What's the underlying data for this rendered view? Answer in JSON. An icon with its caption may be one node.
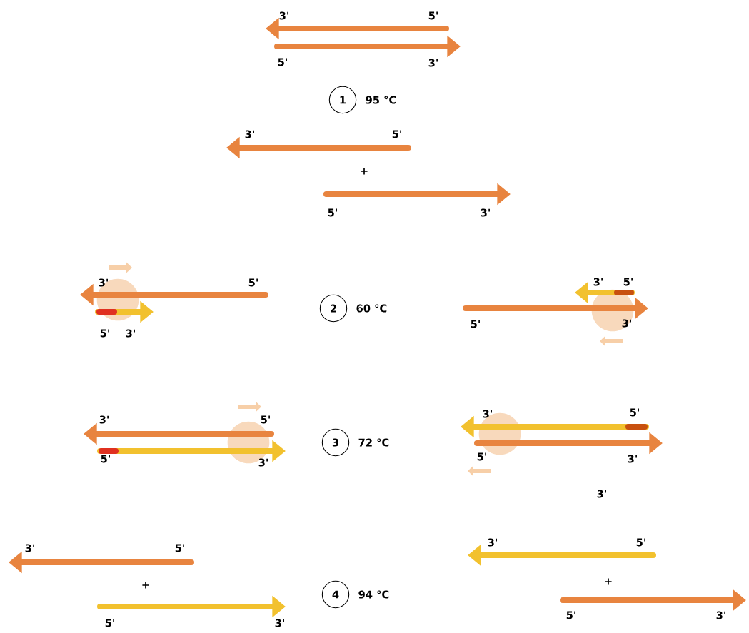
{
  "diagram": {
    "nodes": [
      {
        "text": [
          "1"
        ],
        "beside": [
          "95 °C"
        ]
      },
      {
        "text": [
          "2"
        ],
        "beside": [
          "60 °C"
        ]
      },
      {
        "text": [
          "3"
        ],
        "beside": [
          "72 °C"
        ]
      },
      {
        "text": [
          "4"
        ],
        "beside": [
          "94 °C"
        ]
      }
    ],
    "labels": [
      "3'",
      "5'",
      "5'",
      "3'",
      "3'",
      "5'",
      "+",
      "5'",
      "3'",
      "3'",
      "5'",
      "5'",
      "3'",
      "3'",
      "5'",
      "5'",
      "3'",
      "3'",
      "5'",
      "5'",
      "3'",
      "3'",
      "5'",
      "5'",
      "3'",
      "3'",
      "3'",
      "5'",
      "+",
      "5'",
      "3'",
      "3'",
      "5'",
      "+",
      "5'",
      "3'"
    ]
  }
}
